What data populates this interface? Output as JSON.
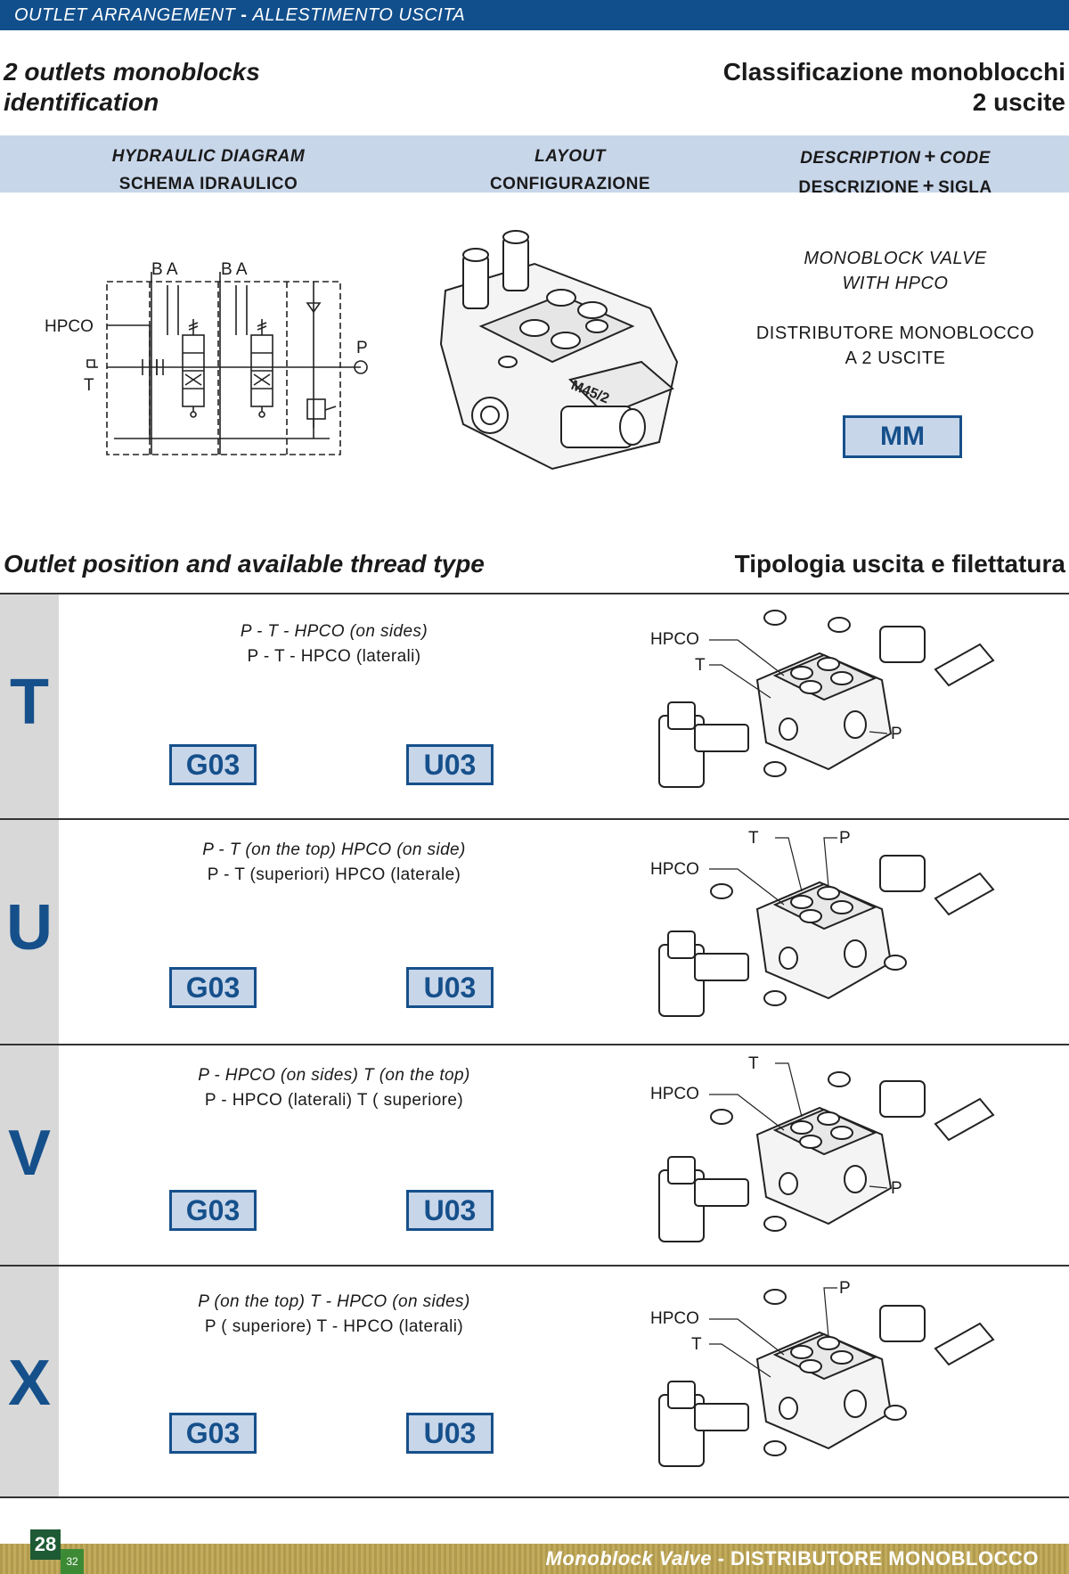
{
  "header": {
    "left": "OUTLET ARRANGEMENT",
    "sep": "-",
    "right": "ALLESTIMENTO USCITA"
  },
  "title": {
    "en_line1": "2 outlets monoblocks",
    "en_line2": "identification",
    "it_line1": "Classificazione monoblocchi",
    "it_line2": "2 uscite"
  },
  "columns": {
    "hydraulic_en": "HYDRAULIC DIAGRAM",
    "hydraulic_it": "SCHEMA IDRAULICO",
    "layout_en": "LAYOUT",
    "layout_it": "CONFIGURAZIONE",
    "desc_en_a": "DESCRIPTION",
    "desc_en_b": "CODE",
    "desc_it_a": "DESCRIZIONE",
    "desc_it_b": "SIGLA",
    "plus": "+"
  },
  "diagram": {
    "hpco": "HPCO",
    "t": "T",
    "p": "P",
    "ba1": "B A",
    "ba2": "B A"
  },
  "layout_img": {
    "stamp": "M45/2"
  },
  "description": {
    "en_line1": "MONOBLOCK VALVE",
    "en_line2": "WITH HPCO",
    "it_line1": "DISTRIBUTORE MONOBLOCCO",
    "it_line2": "A 2 USCITE",
    "code": "MM"
  },
  "section": {
    "en": "Outlet position and available thread type",
    "it": "Tipologia uscita e filettatura"
  },
  "rows": [
    {
      "letter": "T",
      "en": "P - T - HPCO (on sides)",
      "it": "P - T - HPCO (laterali)",
      "code1": "G03",
      "code2": "U03",
      "labels": {
        "hpco": "HPCO",
        "t": "T",
        "p": "P"
      }
    },
    {
      "letter": "U",
      "en": "P - T (on the top) HPCO (on side)",
      "it": "P - T (superiori) HPCO (laterale)",
      "code1": "G03",
      "code2": "U03",
      "labels": {
        "hpco": "HPCO",
        "t": "T",
        "p": "P"
      }
    },
    {
      "letter": "V",
      "en": "P - HPCO (on sides) T (on the top)",
      "it": "P - HPCO  (laterali) T ( superiore)",
      "code1": "G03",
      "code2": "U03",
      "labels": {
        "hpco": "HPCO",
        "t": "T",
        "p": "P"
      }
    },
    {
      "letter": "X",
      "en": "P (on the top) T - HPCO (on sides)",
      "it": "P ( superiore) T - HPCO (laterali)",
      "code1": "G03",
      "code2": "U03",
      "labels": {
        "hpco": "HPCO",
        "t": "T",
        "p": "P"
      }
    }
  ],
  "footer": {
    "page": "28",
    "page_small": "32",
    "en": "Monoblock Valve",
    "sep": "-",
    "it": "DISTRIBUTORE MONOBLOCCO"
  }
}
